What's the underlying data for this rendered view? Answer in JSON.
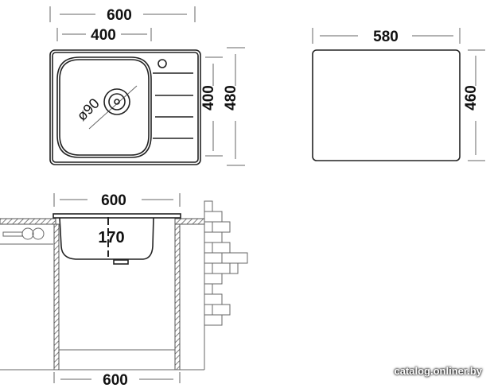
{
  "top_view": {
    "width_total": "600",
    "bowl_width": "400",
    "depth_bowl": "400",
    "depth_total": "480",
    "drain_diameter": "ø90"
  },
  "cutout": {
    "width": "580",
    "depth": "460"
  },
  "side_view": {
    "width_top": "600",
    "bowl_depth": "170",
    "cabinet_width": "600"
  },
  "watermark": "catalog.onliner.by"
}
